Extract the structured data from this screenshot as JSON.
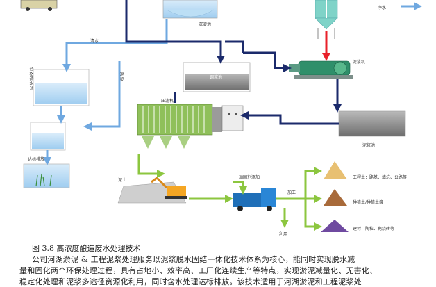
{
  "figure": {
    "labels": {
      "settling_pond": "沉淀池",
      "clear_water_top": "净水",
      "clear_water_left": "清水",
      "clear_water_tank": "合格清水池",
      "mud_tank": "调浆池",
      "pump_station": "泥浆机",
      "filter_press": "压滤机",
      "mud_feed": "泥浆",
      "dirty_tank": "泥浆池",
      "discharge": "达标排放",
      "mud_cake": "泥土",
      "solidifier": "加固剂添加",
      "processing": "加工",
      "reuse": "利用",
      "product_1": "工程土：路基、填坑、公路等",
      "product_2": "种植土/种植土壤",
      "product_3": "建材：陶粒、免烧砖等"
    },
    "colors": {
      "clear_water_line": "#6fa8e0",
      "mud_line": "#1b2a6b",
      "solid_line": "#8cc63f",
      "chemical_line": "#e8202a",
      "filter_press": "#7ab04a"
    }
  },
  "caption": "图 3.8  高浓度酿造废水处理技术",
  "body_text": [
    "公司河湖淤泥 & 工程泥浆处理服务以泥浆脱水固结一体化技术体系为核心，能同时实现脱水减",
    "量和固化两个环保处理过程，具有占地小、效率高、工厂化连续生产等特点，实现淤泥减量化、无害化、",
    "稳定化处理和泥浆多途径资源化利用，同时含水处理达标排放。该技术适用于河湖淤泥和工程泥浆处"
  ]
}
